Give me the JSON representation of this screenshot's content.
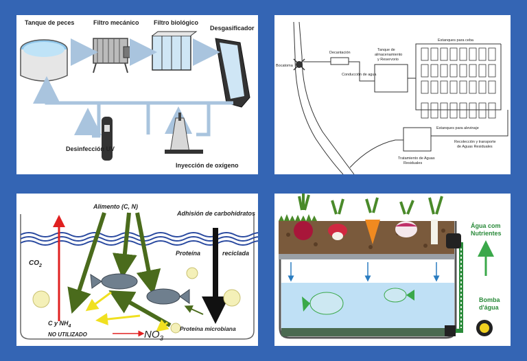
{
  "panels": {
    "ras": {
      "tank": "Tanque de peces",
      "mech_filter": "Filtro mecánico",
      "bio_filter": "Filtro biológico",
      "degasser": "Desgasificador",
      "uv": "Desinfección UV",
      "oxygen": "Inyección de oxígeno"
    },
    "farm": {
      "intake": "Bocatoma",
      "sedimentation": "Decantación",
      "conduction": "Conducción de agua",
      "storage_line1": "Tanque de",
      "storage_line2": "almacenamiento",
      "storage_line3": "y Reservorio",
      "fattening": "Estanques para ceba",
      "breeding": "Estanques para alevinaje",
      "collection_line1": "Recolección y transporte",
      "collection_line2": "de Aguas Residuales",
      "treatment_line1": "Tratamiento de Aguas",
      "treatment_line2": "Residuales"
    },
    "biofloc": {
      "food": "Alimento (C, N)",
      "carbs": "Adhisión de carbohidratos",
      "protein": "Proteína",
      "recycled": "reciclada",
      "co2": "CO",
      "co2_sub": "2",
      "cnh4": "C y NH",
      "cnh4_sub": "4",
      "unused": "NO UTILIZADO",
      "no3": "NO",
      "no3_sub": "3",
      "microbial": "Proteína microbiana"
    },
    "aquaponics": {
      "water_line1": "Água com",
      "water_line2": "Nutrientes",
      "pump_line1": "Bomba",
      "pump_line2": "d'água"
    }
  },
  "colors": {
    "frame": "#3465b4",
    "flow_arrow": "#a9c4de",
    "green_arrow": "#4a6b1c",
    "yellow_arrow": "#f0e020",
    "red_arrow": "#e02020",
    "water": "#bfe0f5",
    "soil": "#7a5a3c"
  }
}
